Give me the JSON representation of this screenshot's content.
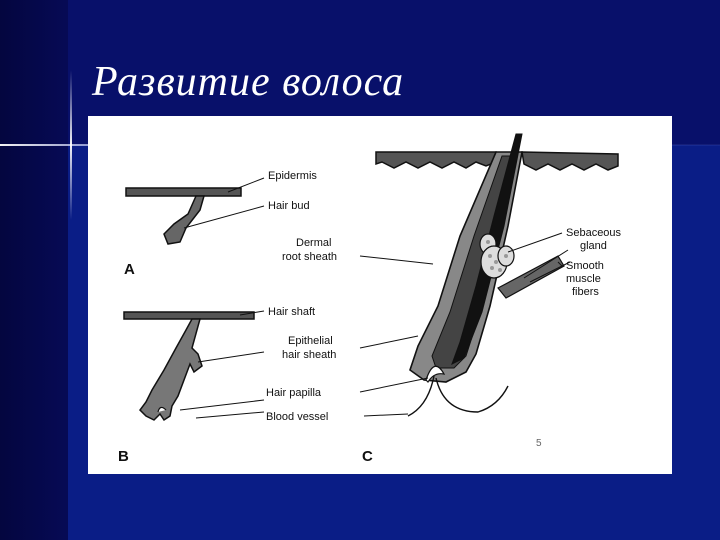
{
  "slide": {
    "title": "Развитие волоса"
  },
  "diagram": {
    "panels": {
      "a": "A",
      "b": "B",
      "c": "C"
    },
    "labels": {
      "epidermis": "Epidermis",
      "hair_bud": "Hair bud",
      "dermal_root_sheath_1": "Dermal",
      "dermal_root_sheath_2": "root sheath",
      "hair_shaft": "Hair shaft",
      "epithelial_1": "Epithelial",
      "epithelial_2": "hair sheath",
      "hair_papilla": "Hair papilla",
      "blood_vessel": "Blood vessel",
      "sebaceous_1": "Sebaceous",
      "sebaceous_2": "gland",
      "smooth_1": "Smooth",
      "smooth_2": "muscle",
      "smooth_3": "fibers",
      "page_mark": "5"
    }
  }
}
